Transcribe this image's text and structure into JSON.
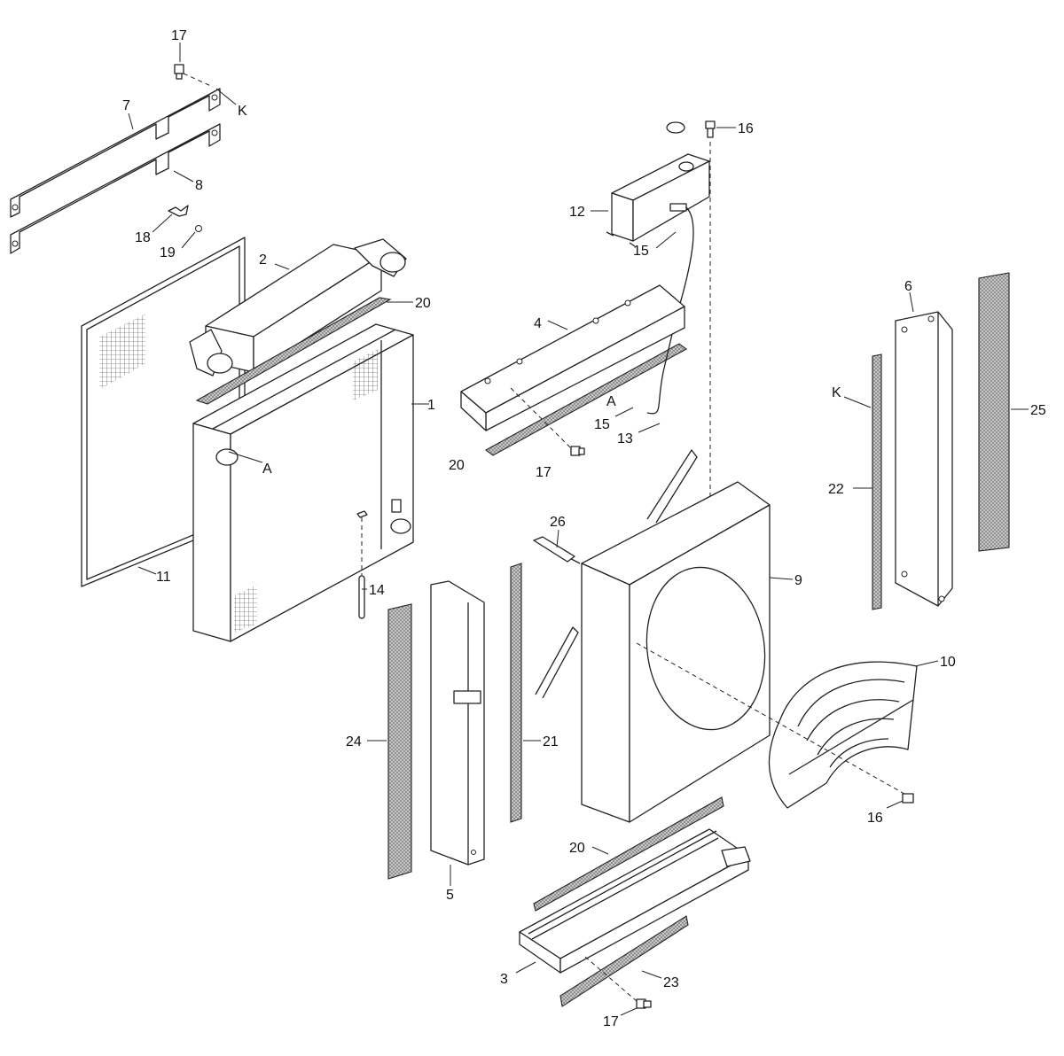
{
  "callouts": [
    {
      "label": "17"
    },
    {
      "label": "K"
    },
    {
      "label": "7"
    },
    {
      "label": "8"
    },
    {
      "label": "18"
    },
    {
      "label": "19"
    },
    {
      "label": "2"
    },
    {
      "label": "20"
    },
    {
      "label": "1"
    },
    {
      "label": "A"
    },
    {
      "label": "11"
    },
    {
      "label": "14"
    },
    {
      "label": "16"
    },
    {
      "label": "12"
    },
    {
      "label": "15"
    },
    {
      "label": "4"
    },
    {
      "label": "A"
    },
    {
      "label": "15"
    },
    {
      "label": "13"
    },
    {
      "label": "20"
    },
    {
      "label": "17"
    },
    {
      "label": "6"
    },
    {
      "label": "K"
    },
    {
      "label": "25"
    },
    {
      "label": "22"
    },
    {
      "label": "26"
    },
    {
      "label": "9"
    },
    {
      "label": "10"
    },
    {
      "label": "24"
    },
    {
      "label": "21"
    },
    {
      "label": "5"
    },
    {
      "label": "16"
    },
    {
      "label": "20"
    },
    {
      "label": "3"
    },
    {
      "label": "23"
    },
    {
      "label": "17"
    }
  ]
}
